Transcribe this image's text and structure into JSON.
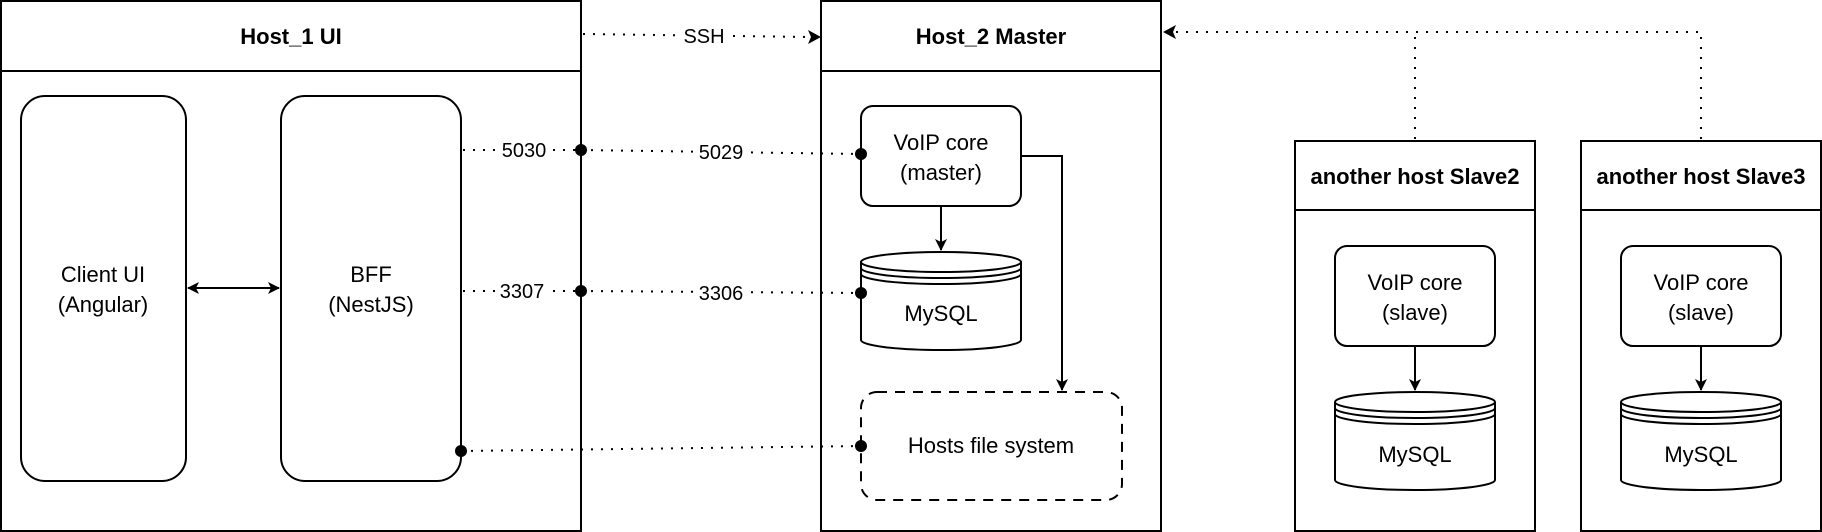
{
  "containers": {
    "host1": {
      "title": "Host_1 UI"
    },
    "host2": {
      "title": "Host_2 Master"
    },
    "slave2": {
      "title": "another host Slave2"
    },
    "slave3": {
      "title": "another host Slave3"
    }
  },
  "nodes": {
    "client_ui": {
      "line1": "Client UI",
      "line2": "(Angular)"
    },
    "bff": {
      "line1": "BFF",
      "line2": "(NestJS)"
    },
    "voip_master": {
      "line1": "VoIP core",
      "line2": "(master)"
    },
    "mysql_master": {
      "label": "MySQL"
    },
    "hosts_fs": {
      "label": "Hosts file system"
    },
    "voip_slave2": {
      "line1": "VoIP core",
      "line2": "(slave)"
    },
    "mysql_slave2": {
      "label": "MySQL"
    },
    "voip_slave3": {
      "line1": "VoIP core",
      "line2": "(slave)"
    },
    "mysql_slave3": {
      "label": "MySQL"
    }
  },
  "edges": {
    "ssh": {
      "label": "SSH"
    },
    "bff_port_api": "5030",
    "voip_port_api": "5029",
    "bff_port_db": "3307",
    "mysql_port_db": "3306"
  }
}
